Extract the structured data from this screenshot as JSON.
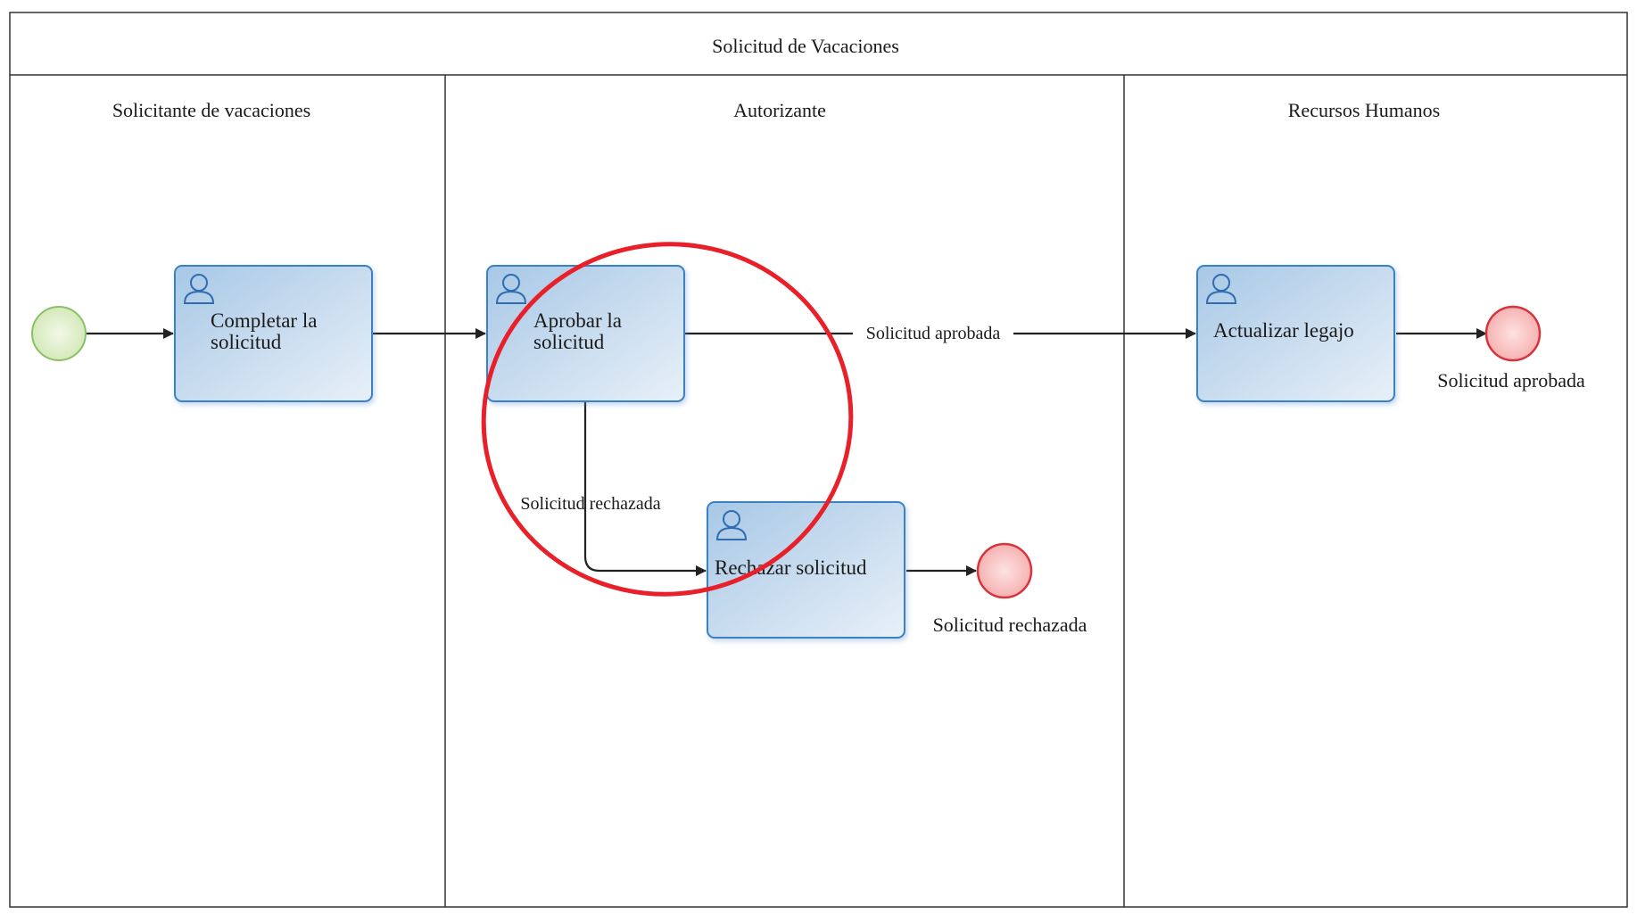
{
  "pool": {
    "title": "Solicitud de Vacaciones"
  },
  "lanes": [
    {
      "id": "solicitante",
      "title": "Solicitante de vacaciones"
    },
    {
      "id": "autorizante",
      "title": "Autorizante"
    },
    {
      "id": "rrhh",
      "title": "Recursos Humanos"
    }
  ],
  "tasks": [
    {
      "id": "completar",
      "name": "Completar la solicitud",
      "lines": [
        "Completar la",
        "solicitud"
      ],
      "icon": "user-icon"
    },
    {
      "id": "aprobar",
      "name": "Aprobar la solicitud",
      "lines": [
        "Aprobar la",
        "solicitud"
      ],
      "icon": "user-icon"
    },
    {
      "id": "rechazar",
      "name": "Rechazar solicitud",
      "lines": [
        "Rechazar solicitud"
      ],
      "icon": "user-icon"
    },
    {
      "id": "actualizar",
      "name": "Actualizar legajo",
      "lines": [
        "Actualizar legajo"
      ],
      "icon": "user-icon"
    }
  ],
  "events": {
    "start": {
      "label": ""
    },
    "end_aprobada": {
      "label": "Solicitud aprobada"
    },
    "end_rechazada": {
      "label": "Solicitud rechazada"
    }
  },
  "flows": {
    "aprobada_label": "Solicitud aprobada",
    "rechazada_label": "Solicitud rechazada"
  },
  "colors": {
    "task_fill_top": "#a8c8e6",
    "task_fill_bottom": "#e8f0f8",
    "task_stroke": "#3b82c4",
    "start_fill": "#dcedc4",
    "start_stroke": "#8cc068",
    "end_fill": "#f7b8b8",
    "end_stroke": "#d8343c",
    "highlight": "#e8202a"
  }
}
